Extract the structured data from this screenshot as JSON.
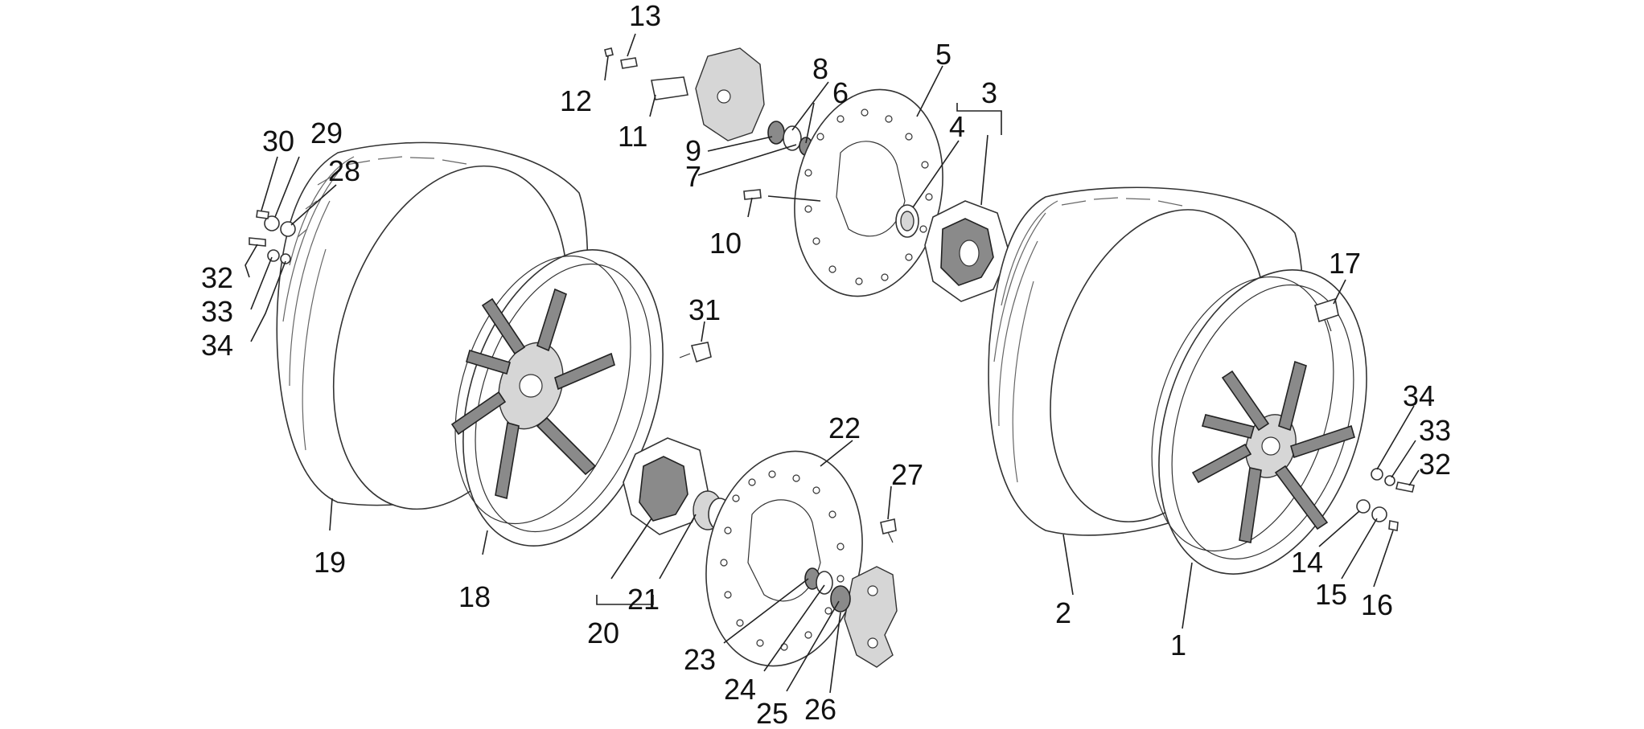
{
  "diagram": {
    "labels": {
      "p1": "1",
      "p2": "2",
      "p3": "3",
      "p4": "4",
      "p5": "5",
      "p6": "6",
      "p7": "7",
      "p8": "8",
      "p9": "9",
      "p10": "10",
      "p11": "11",
      "p12": "12",
      "p13": "13",
      "p14": "14",
      "p15": "15",
      "p16": "16",
      "p17": "17",
      "p18": "18",
      "p19": "19",
      "p20": "20",
      "p21": "21",
      "p22": "22",
      "p23": "23",
      "p24": "24",
      "p25": "25",
      "p26": "26",
      "p27": "27",
      "p28": "28",
      "p29": "29",
      "p30": "30",
      "p31": "31",
      "p32a": "32",
      "p33a": "33",
      "p34a": "34",
      "p32b": "32",
      "p33b": "33",
      "p34b": "34"
    }
  }
}
